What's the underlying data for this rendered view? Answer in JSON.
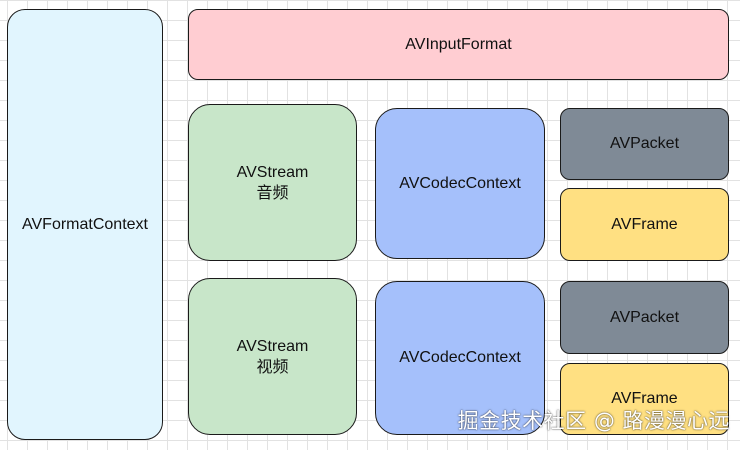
{
  "diagram": {
    "format_context": {
      "label": "AVFormatContext",
      "color": "#e1f5fe"
    },
    "input_format": {
      "label": "AVInputFormat",
      "color": "#ffcdd2"
    },
    "audio_stream": {
      "label": "AVStream",
      "sublabel": "音频",
      "color": "#c8e6c9"
    },
    "video_stream": {
      "label": "AVStream",
      "sublabel": "视频",
      "color": "#c8e6c9"
    },
    "audio_codec": {
      "label": "AVCodecContext",
      "color": "#a5c0fb"
    },
    "video_codec": {
      "label": "AVCodecContext",
      "color": "#a5c0fb"
    },
    "audio_packet": {
      "label": "AVPacket",
      "color": "#7f8a96"
    },
    "audio_frame": {
      "label": "AVFrame",
      "color": "#ffe082"
    },
    "video_packet": {
      "label": "AVPacket",
      "color": "#7f8a96"
    },
    "video_frame": {
      "label": "AVFrame",
      "color": "#ffe082"
    }
  },
  "watermark": {
    "text": "掘金技术社区 @ 路漫漫心远"
  }
}
